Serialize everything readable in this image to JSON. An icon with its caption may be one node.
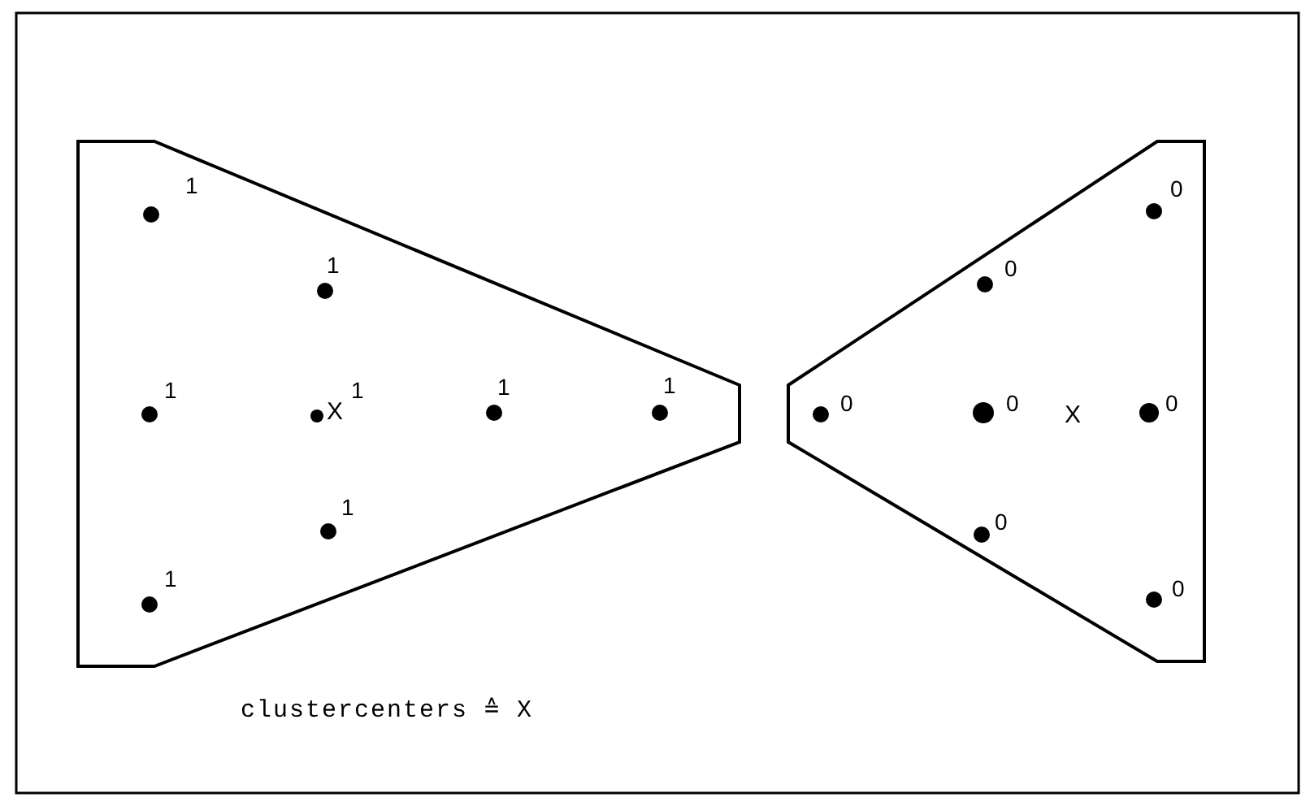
{
  "diagram": {
    "labels": [
      "1",
      "1",
      "1",
      "X",
      "1",
      "1",
      "1",
      "1",
      "1",
      "0",
      "0",
      "0",
      "0",
      "X",
      "0",
      "0",
      "0",
      "clustercenters ≙ X"
    ]
  }
}
